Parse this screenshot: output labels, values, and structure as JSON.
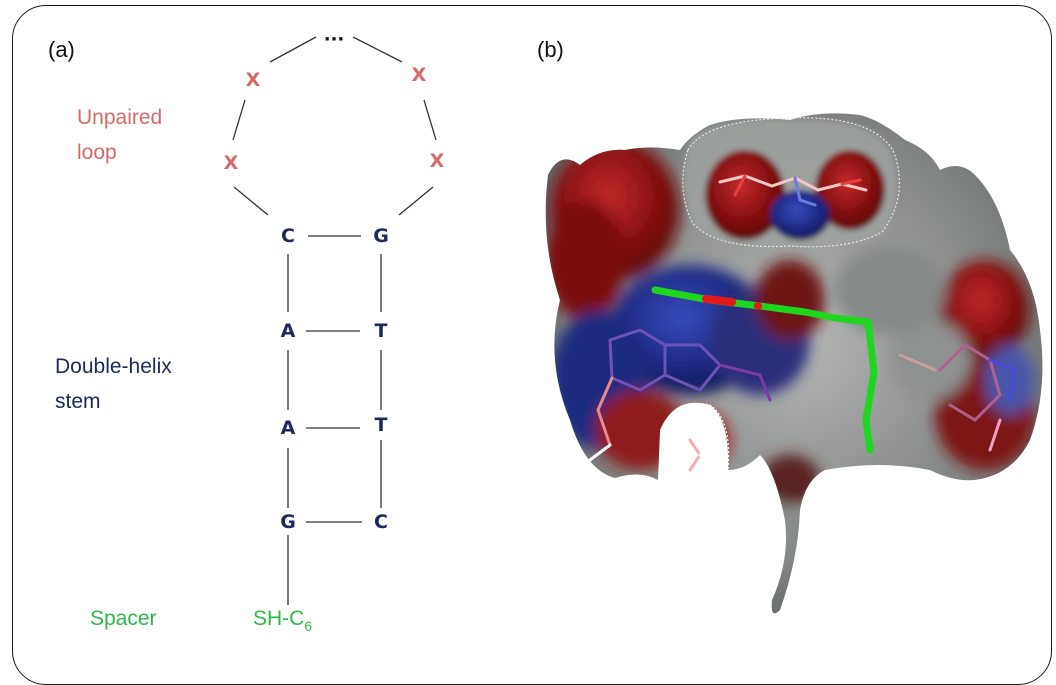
{
  "panel_a": {
    "label": "(a)",
    "loop_label_line1": "Unpaired",
    "loop_label_line2": "loop",
    "stem_label_line1": "Double-helix",
    "stem_label_line2": "stem",
    "spacer_label": "Spacer",
    "loop_top": "...",
    "loop_bases": [
      "X",
      "X",
      "X",
      "X"
    ],
    "left_strand": [
      "C",
      "A",
      "A",
      "G"
    ],
    "right_strand": [
      "G",
      "T",
      "T",
      "C"
    ],
    "spacer_base": "SH-C",
    "spacer_subscript": "6"
  },
  "panel_b": {
    "label": "(b)"
  },
  "colors": {
    "loop": "#d46a6a",
    "stem": "#1b2a5c",
    "spacer": "#2fb84a",
    "surface_red": "#8b1515",
    "surface_blue": "#1e2a7a",
    "surface_grey": "#7e8280",
    "ligand_green": "#1ed61e"
  }
}
